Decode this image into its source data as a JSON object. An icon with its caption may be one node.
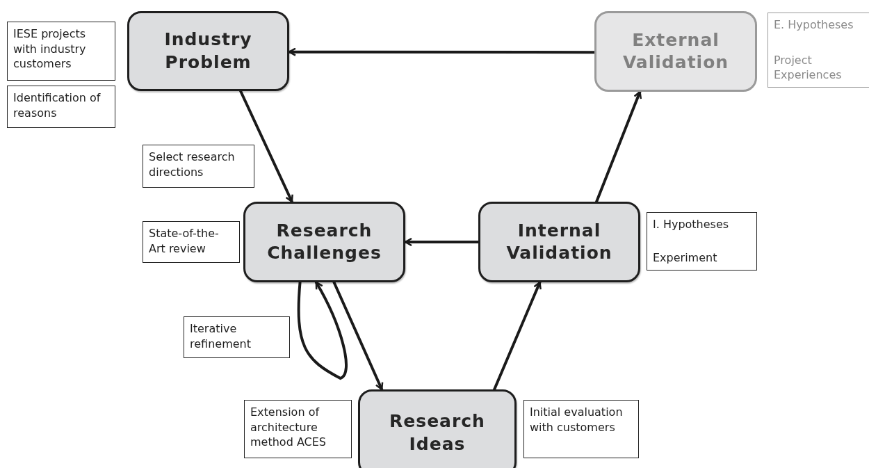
{
  "diagram": {
    "nodes": [
      {
        "text": [
          "IESE projects with industry customers"
        ]
      },
      {
        "text": [
          "Industry Problem"
        ]
      },
      {
        "text": [
          "Identification of reasons"
        ]
      },
      {
        "text": [
          "External Validation"
        ]
      },
      {
        "text": [
          "E. Hypotheses",
          "Project Experiences"
        ]
      },
      {
        "text": [
          "Select research directions"
        ]
      },
      {
        "text": [
          "State-of-the-Art review"
        ]
      },
      {
        "text": [
          "Research Challenges"
        ]
      },
      {
        "text": [
          "Internal Validation"
        ]
      },
      {
        "text": [
          "I. Hypotheses",
          "Experiment"
        ]
      },
      {
        "text": [
          "Iterative refinement"
        ]
      },
      {
        "text": [
          "Extension of architecture method ACES"
        ]
      },
      {
        "text": [
          "Research Ideas"
        ]
      },
      {
        "text": [
          "Initial evaluation with customers"
        ]
      }
    ],
    "edges": [
      {
        "from": 3,
        "to": 1,
        "arrow": "to"
      },
      {
        "from": 1,
        "to": 7,
        "arrow": "to"
      },
      {
        "from": 7,
        "to": 12,
        "arrow": "to"
      },
      {
        "from": 7,
        "to": 7,
        "arrow": "to"
      },
      {
        "from": 12,
        "to": 8,
        "arrow": "to"
      },
      {
        "from": 8,
        "to": 7,
        "arrow": "to"
      },
      {
        "from": 8,
        "to": 3,
        "arrow": "to"
      }
    ]
  }
}
